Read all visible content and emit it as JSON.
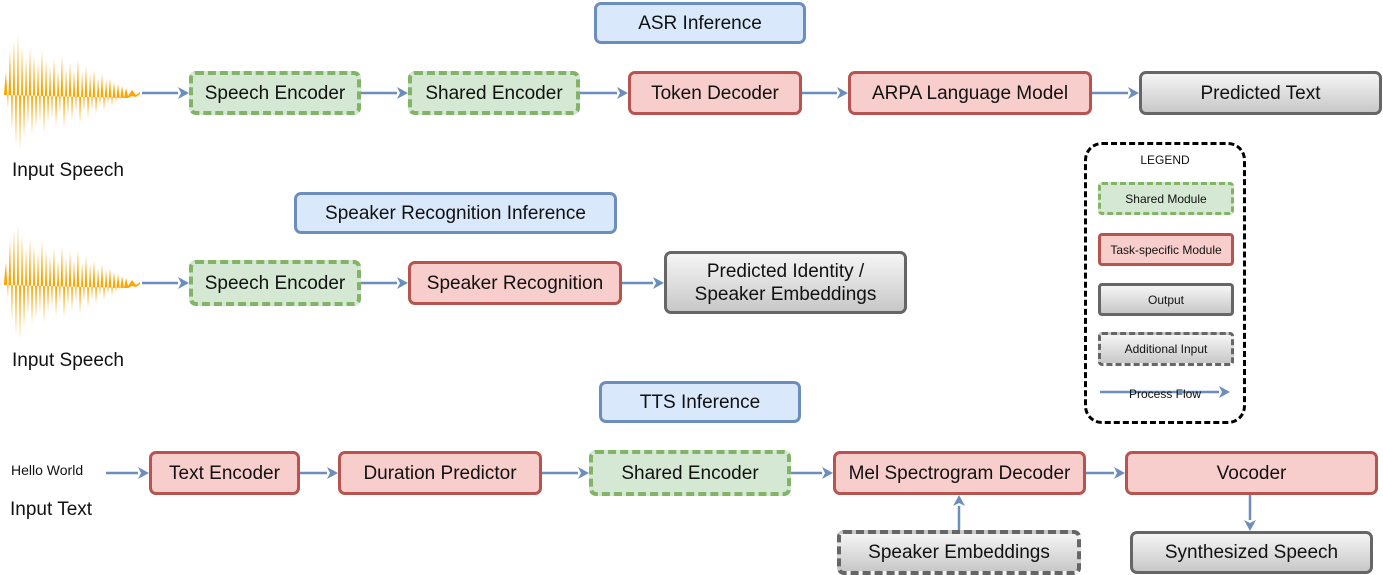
{
  "asr": {
    "title": "ASR Inference",
    "input_label": "Input Speech",
    "speech_encoder": "Speech Encoder",
    "shared_encoder": "Shared Encoder",
    "token_decoder": "Token Decoder",
    "language_model": "ARPA Language Model",
    "output": "Predicted Text"
  },
  "speaker": {
    "title": "Speaker Recognition Inference",
    "input_label": "Input Speech",
    "speech_encoder": "Speech Encoder",
    "recognition": "Speaker Recognition",
    "output_line1": "Predicted Identity /",
    "output_line2": "Speaker Embeddings"
  },
  "tts": {
    "title": "TTS Inference",
    "input_example": "Hello World",
    "input_label": "Input Text",
    "text_encoder": "Text Encoder",
    "duration_predictor": "Duration Predictor",
    "shared_encoder": "Shared Encoder",
    "mel_decoder": "Mel Spectrogram Decoder",
    "vocoder": "Vocoder",
    "speaker_embeddings": "Speaker Embeddings",
    "output": "Synthesized Speech"
  },
  "legend": {
    "title": "LEGEND",
    "shared": "Shared Module",
    "task": "Task-specific Module",
    "output": "Output",
    "additional": "Additional Input",
    "flow": "Process Flow"
  },
  "colors": {
    "title_fill": "#dae8fc",
    "title_stroke": "#6c8ebf",
    "shared_fill": "#d5e8d4",
    "shared_stroke": "#82b366",
    "task_fill": "#f8cecc",
    "task_stroke": "#b85450",
    "output_stroke": "#666666",
    "arrow": "#6c8ebf",
    "waveform": "#ffa500"
  }
}
